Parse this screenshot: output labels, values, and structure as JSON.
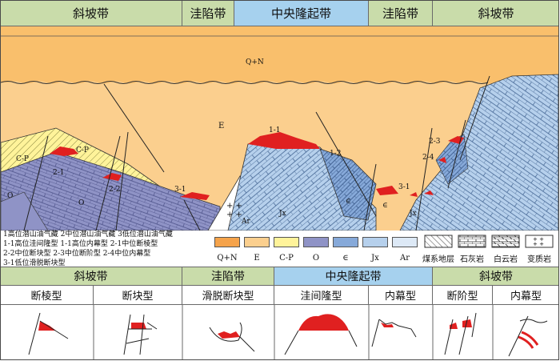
{
  "top_header": [
    "斜坡带",
    "洼陷带",
    "中央隆起带",
    "洼陷带",
    "斜坡带"
  ],
  "section_labels": {
    "qn": "Q+N",
    "e": "E",
    "cp1": "C-P",
    "cp2": "C-P",
    "o1": "O",
    "o2": "O",
    "l21": "2-1",
    "l22": "2-2",
    "l31": "3-1",
    "l11": "1-1",
    "l12": "1-2",
    "l23": "2-3",
    "l24": "2-4",
    "l31b": "3-1",
    "ar": "Ar",
    "jx1": "Jx",
    "jx2": "Jx",
    "c1": "∈",
    "c2": "∈"
  },
  "notes": [
    "1高位潜山油气藏 2中位潜山油气藏 3低位潜山油气藏",
    "1-1高位洼间隆型  1-1高位内幕型  2-1中位断棱型",
    "2-2中位断块型  2-3中位断阶型  2-4中位内幕型",
    "3-1低位滑脱断块型"
  ],
  "legend": [
    {
      "label": "Q+N",
      "color": "#f5a34b"
    },
    {
      "label": "E",
      "color": "#fbcf8e"
    },
    {
      "label": "C-P",
      "color": "#fff39a"
    },
    {
      "label": "O",
      "color": "#8f93c6"
    },
    {
      "label": "∈",
      "color": "#86a9d9"
    },
    {
      "label": "Jx",
      "color": "#b6d0ec"
    },
    {
      "label": "Ar",
      "color": "#dde9f6"
    },
    {
      "label": "煤系地层",
      "color": "#ffffff"
    },
    {
      "label": "石灰岩",
      "color": "#ffffff"
    },
    {
      "label": "白云岩",
      "color": "#ffffff"
    },
    {
      "label": "变质岩",
      "color": "#ffffff"
    }
  ],
  "bottom_header": [
    "斜坡带",
    "洼陷带",
    "中央隆起带",
    "斜坡带"
  ],
  "bottom_types": [
    "断棱型",
    "断块型",
    "滑脱断块型",
    "洼间隆型",
    "内幕型",
    "断阶型",
    "内幕型"
  ],
  "colors": {
    "green": "#c9dcaa",
    "blue": "#a6d1ee",
    "red": "#e02020"
  }
}
